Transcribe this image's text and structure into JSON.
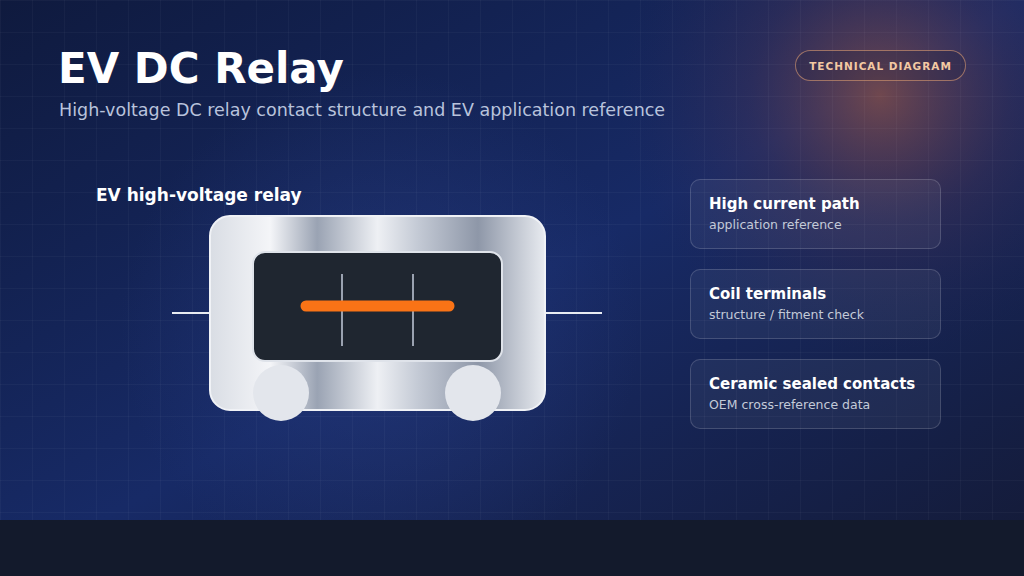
{
  "diagram": {
    "title": "EV DC Relay",
    "caption": "High-voltage DC relay contact structure and EV application reference",
    "nodes": [
      {
        "text": [
          "TECHNICAL DIAGRAM"
        ]
      },
      {
        "text": [
          "High current path",
          "application reference"
        ]
      },
      {
        "text": [
          "Coil terminals",
          "structure / fitment check"
        ]
      },
      {
        "text": [
          "Ceramic sealed contacts",
          "OEM cross-reference data"
        ]
      }
    ],
    "labels": [
      "EV high-voltage relay"
    ]
  }
}
